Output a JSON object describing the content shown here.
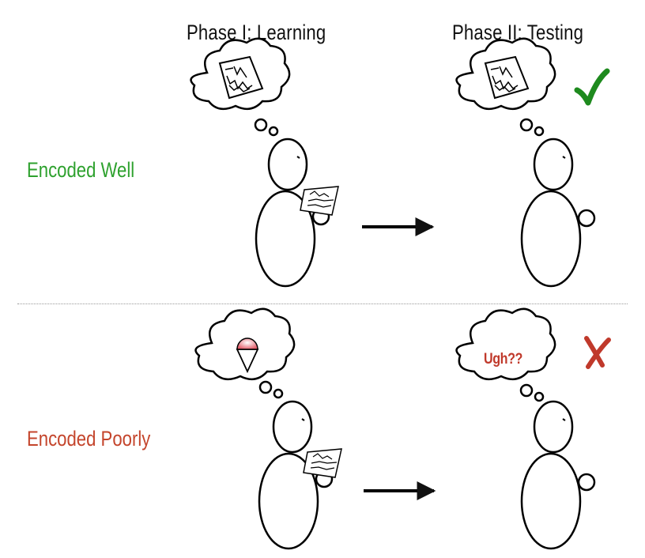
{
  "headers": {
    "phase1": "Phase I: Learning",
    "phase2": "Phase II: Testing"
  },
  "rows": [
    {
      "label": "Encoded Well",
      "color": "#2ea12e",
      "learning_thought": "document-icon",
      "testing_thought": "document-icon",
      "result": "checkmark-icon"
    },
    {
      "label": "Encoded Poorly",
      "color": "#c4452c",
      "learning_thought": "ice-cream-icon",
      "testing_thought": "Ugh??",
      "result": "x-mark-icon"
    }
  ],
  "colors": {
    "check": "#1e8a1e",
    "cross": "#c0392b",
    "ugh": "#c0392b"
  }
}
